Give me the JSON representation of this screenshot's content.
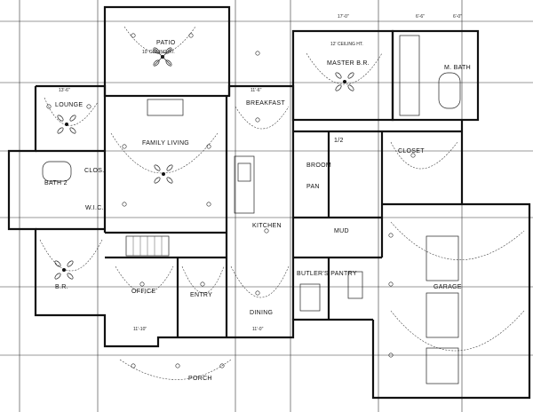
{
  "rooms": {
    "patio": "PATIO",
    "master_br": "MASTER B.R.",
    "m_bath": "M. BATH",
    "lounge": "LOUNGE",
    "breakfast": "BREAKFAST",
    "family_living": "FAMILY LIVING",
    "closet": "CLOSET",
    "half_bath": "1/2",
    "broom": "BROOM",
    "pan": "PAN",
    "bath_2": "BATH 2",
    "kitchen": "KITCHEN",
    "mud": "MUD",
    "br": "B.R.",
    "office": "OFFICE",
    "entry": "ENTRY",
    "butlers_pantry": "BUTLER'S PANTRY",
    "garage": "GARAGE",
    "dining": "DINING",
    "porch": "PORCH",
    "clos": "CLOS.",
    "wic": "W.I.C."
  },
  "dimensions": {
    "top_a": "17'-0\"",
    "top_b": "6'-6\"",
    "top_c": "6'-0\"",
    "lounge_w": "13'-6\"",
    "breakfast_w": "11'-6\"",
    "office_w": "11'-10\"",
    "dining_w": "11'-0\"",
    "ceiling_a": "10' CEILING HT.",
    "ceiling_b": "12' CEILING HT."
  },
  "icons": {
    "fan": "ceiling-fan-icon",
    "light": "light-fixture-icon",
    "outlet": "outlet-icon"
  }
}
